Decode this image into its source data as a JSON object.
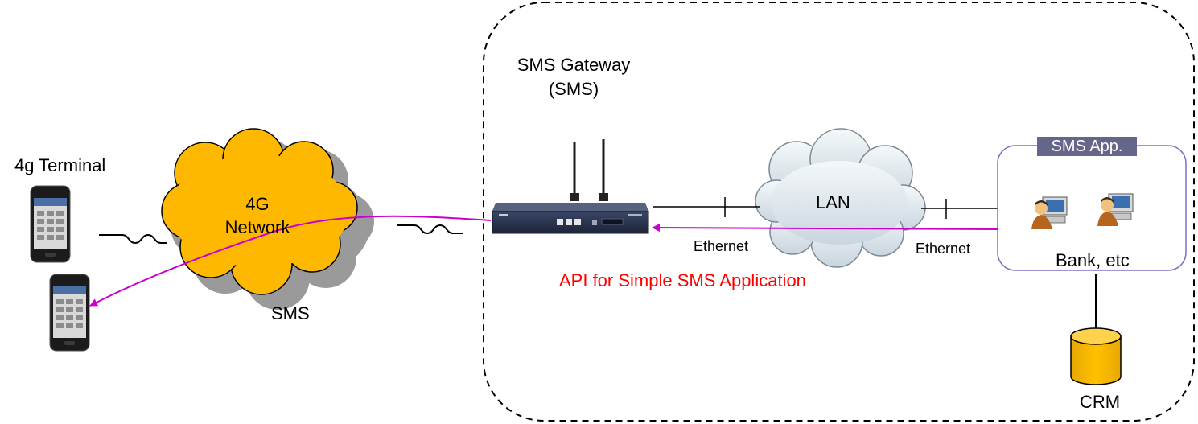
{
  "gateway": {
    "title_line1": "SMS Gateway",
    "title_line2": "(SMS)"
  },
  "terminal": {
    "label": "4g Terminal"
  },
  "network": {
    "label_line1": "4G",
    "label_line2": "Network",
    "sms_label": "SMS"
  },
  "lan": {
    "label": "LAN"
  },
  "links": {
    "left_ethernet": "Ethernet",
    "right_ethernet": "Ethernet"
  },
  "api": {
    "label": "API for Simple SMS Application"
  },
  "app": {
    "tag": "SMS App.",
    "label": "Bank, etc"
  },
  "crm": {
    "label": "CRM"
  },
  "colors": {
    "cloud_fill": "#FFB800",
    "cloud_shadow": "#9A9A9A",
    "arrow": "#CC00CC",
    "api_text": "#FF0000",
    "app_border": "#7B72C4",
    "app_tag_bg": "#66668A",
    "lan_cloud": "#DDE8EE",
    "crm_fill": "#FFBF00",
    "device": "#1F2A44"
  }
}
